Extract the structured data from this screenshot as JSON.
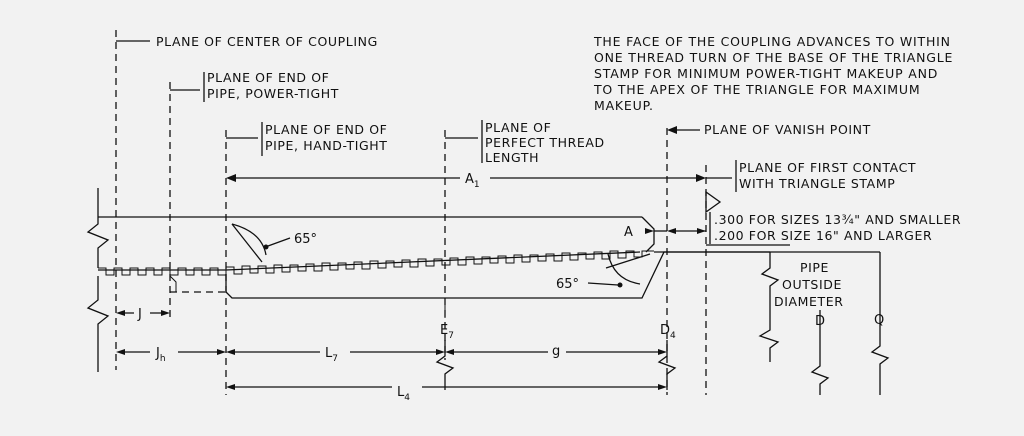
{
  "planes": {
    "center_coupling": "PLANE OF CENTER OF COUPLING",
    "end_power_tight_1": "PLANE OF END OF",
    "end_power_tight_2": "PIPE, POWER-TIGHT",
    "end_hand_tight_1": "PLANE OF END OF",
    "end_hand_tight_2": "PIPE, HAND-TIGHT",
    "perfect_thread_1": "PLANE OF",
    "perfect_thread_2": "PERFECT THREAD",
    "perfect_thread_3": "LENGTH",
    "vanish_point": "PLANE OF VANISH POINT",
    "first_contact_1": "PLANE OF FIRST CONTACT",
    "first_contact_2": "WITH TRIANGLE STAMP"
  },
  "note_lines": [
    "THE FACE OF THE COUPLING ADVANCES TO WITHIN",
    "ONE THREAD TURN OF THE BASE OF THE TRIANGLE",
    "STAMP FOR MINIMUM POWER-TIGHT MAKEUP AND",
    "TO THE APEX OF THE TRIANGLE FOR MAXIMUM",
    "MAKEUP."
  ],
  "stamp_sizes": {
    "line1": ".300 FOR SIZES 13¾\" AND SMALLER",
    "line2": ".200 FOR SIZE 16\" AND LARGER"
  },
  "angles": {
    "upper": "65°",
    "lower": "65°"
  },
  "pipe_label": [
    "PIPE",
    "OUTSIDE",
    "DIAMETER"
  ],
  "dimensions": {
    "A1_main": "A",
    "A1_sub": "1",
    "A": "A",
    "J": "J",
    "Jh_main": "J",
    "Jh_sub": "h",
    "L7_main": "L",
    "L7_sub": "7",
    "g": "g",
    "L4_main": "L",
    "L4_sub": "4",
    "E7_main": "E",
    "E7_sub": "7",
    "D4_main": "D",
    "D4_sub": "4",
    "D": "D",
    "Q": "Q"
  }
}
